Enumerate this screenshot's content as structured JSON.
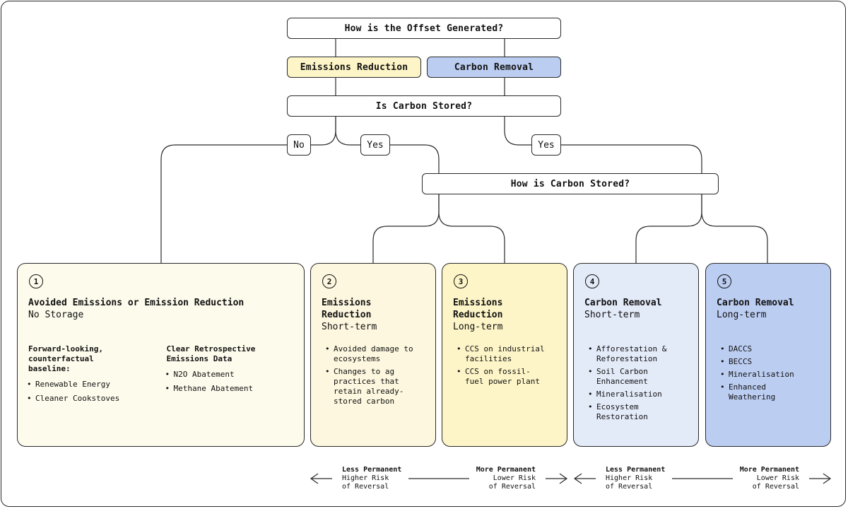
{
  "questions": {
    "q1": "How is the Offset Generated?",
    "q2": "Is Carbon Stored?",
    "q3": "How is Carbon Stored?"
  },
  "categories": {
    "emissions_reduction": "Emissions Reduction",
    "carbon_removal": "Carbon Removal"
  },
  "answers": {
    "no": "No",
    "yes": "Yes"
  },
  "colors": {
    "yellow_light": "#fdfbec",
    "yellow_mid": "#fdf7df",
    "yellow_strong": "#fdf5c7",
    "blue_light": "#e3eaf8",
    "blue_strong": "#bccdf2",
    "line": "#2a2a2a"
  },
  "cards": [
    {
      "num": "1",
      "title": "Avoided Emissions or Emission Reduction",
      "subtitle": "No Storage",
      "col_a_head": "Forward-looking,\ncounterfactual\nbaseline:",
      "col_a_items": [
        "Renewable Energy",
        "Cleaner Cookstoves"
      ],
      "col_b_head": "Clear Retrospective\nEmissions Data",
      "col_b_items": [
        "N2O Abatement",
        "Methane Abatement"
      ]
    },
    {
      "num": "2",
      "title": "Emissions\nReduction",
      "subtitle": "Short-term",
      "items": [
        "Avoided damage to\necosystems",
        "Changes to ag\npractices that\nretain already-\nstored carbon"
      ]
    },
    {
      "num": "3",
      "title": "Emissions\nReduction",
      "subtitle": "Long-term",
      "items": [
        "CCS on industrial\nfacilities",
        "CCS on fossil-\nfuel power plant"
      ]
    },
    {
      "num": "4",
      "title": "Carbon Removal",
      "subtitle": "Short-term",
      "items": [
        "Afforestation &\nReforestation",
        "Soil Carbon\nEnhancement",
        "Mineralisation",
        "Ecosystem\nRestoration"
      ]
    },
    {
      "num": "5",
      "title": "Carbon Removal",
      "subtitle": "Long-term",
      "items": [
        "DACCS",
        "BECCS",
        "Mineralisation",
        "Enhanced\nWeathering"
      ]
    }
  ],
  "legend": {
    "less_permanent": "Less Permanent",
    "higher_risk": "Higher Risk\nof Reversal",
    "more_permanent": "More Permanent",
    "lower_risk": "Lower Risk\nof Reversal"
  }
}
